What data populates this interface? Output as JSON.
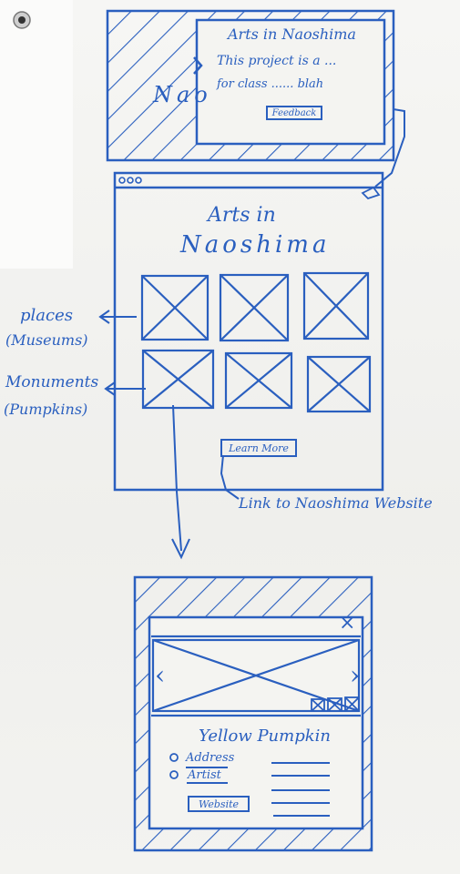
{
  "modal_popup": {
    "title": "Arts in Naoshima",
    "line1": "This project is a ...",
    "line2": "for class ...... blah",
    "button": "Feedback",
    "behind_text": "Nao"
  },
  "homepage": {
    "title_line1": "Arts in",
    "title_line2": "Naoshima",
    "learn_more": "Learn More"
  },
  "annotations": {
    "places": "places",
    "places_sub": "(Museums)",
    "monuments": "Monuments",
    "monuments_sub": "(Pumpkins)",
    "link_note": "Link to Naoshima Website"
  },
  "detail_page": {
    "title": "Yellow Pumpkin",
    "field_address": "Address",
    "field_artist": "Artist",
    "website_button": "Website",
    "close_glyph": "×",
    "prev_glyph": "‹",
    "next_glyph": "›"
  },
  "colors": {
    "ink": "#2a5fbf",
    "board": "#f4f4f1"
  }
}
